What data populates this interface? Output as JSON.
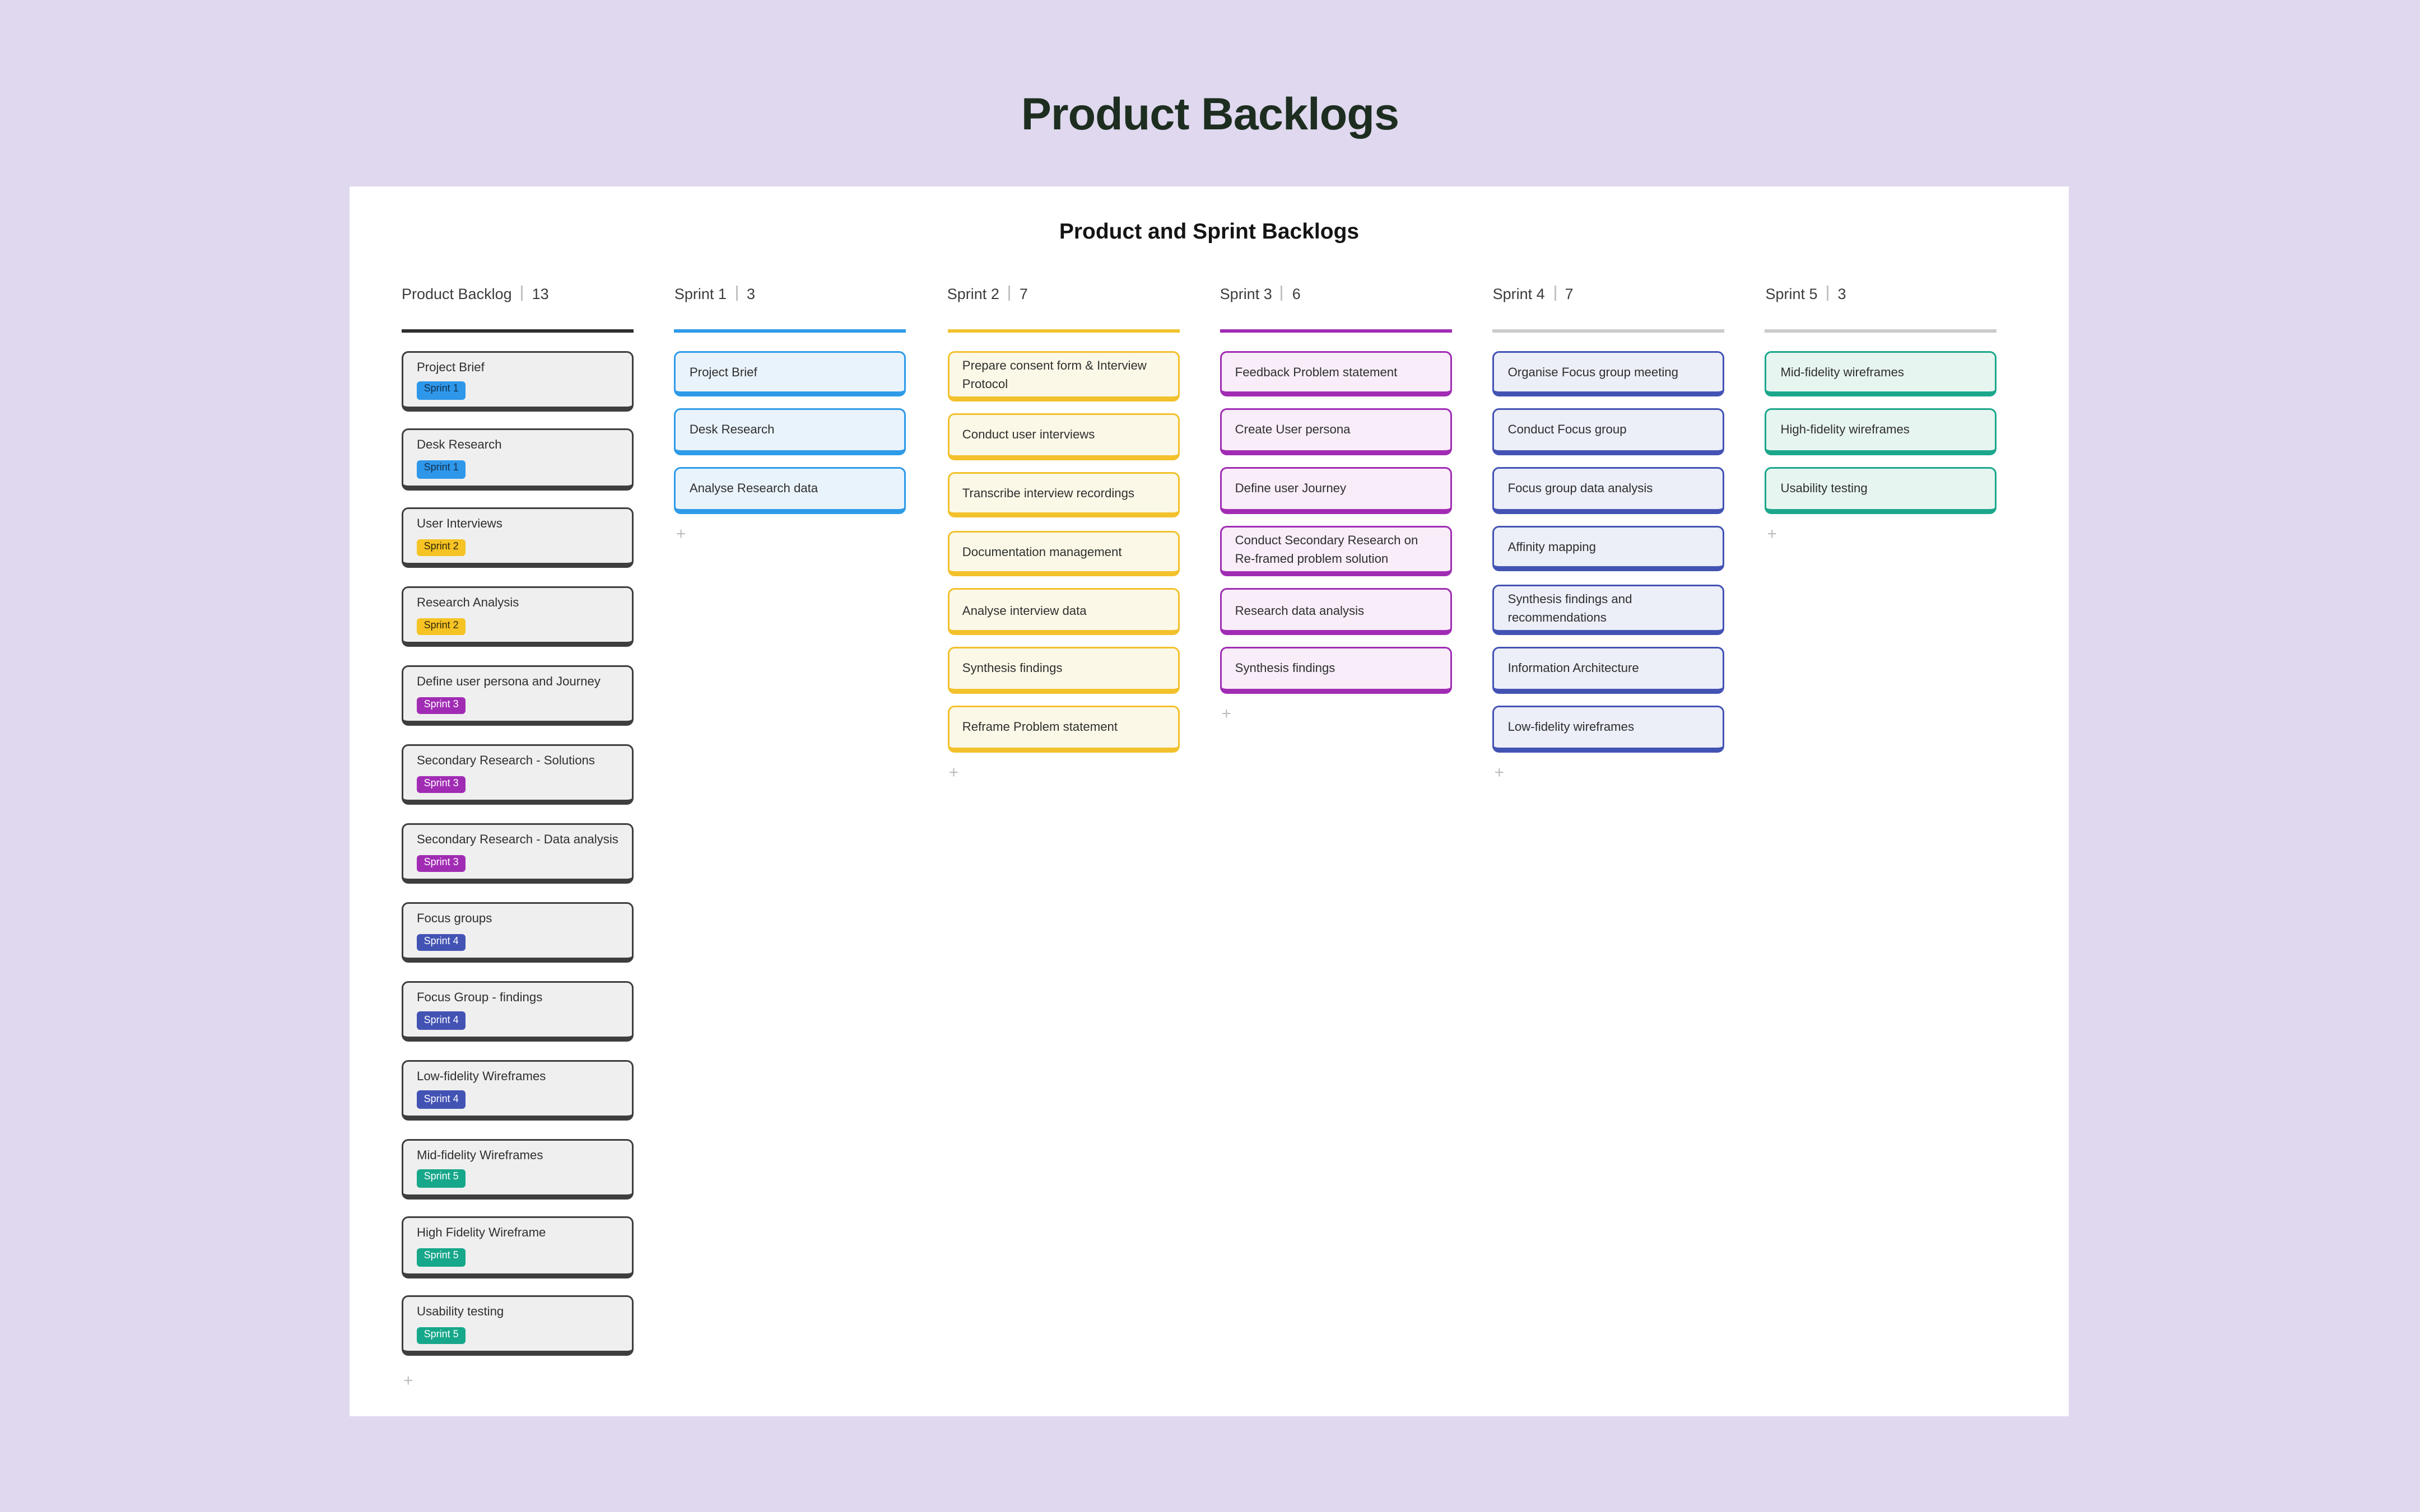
{
  "page": {
    "title": "Product Backlogs",
    "background": "#DFD8EE",
    "title_color": "#1D2E20"
  },
  "board": {
    "title": "Product and Sprint Backlogs",
    "background": "#FFFFFF",
    "add_card_label": "+"
  },
  "badges": {
    "Sprint 1": {
      "bg": "#2E97EA",
      "fg": "#14304D"
    },
    "Sprint 2": {
      "bg": "#F5C324",
      "fg": "#32280A"
    },
    "Sprint 3": {
      "bg": "#A12CB4",
      "fg": "#FFFFFF"
    },
    "Sprint 4": {
      "bg": "#4353B4",
      "fg": "#FFFFFF"
    },
    "Sprint 5": {
      "bg": "#17A78A",
      "fg": "#FFFFFF"
    }
  },
  "columns": [
    {
      "id": "product-backlog",
      "label": "Product Backlog",
      "count": "13",
      "underline_color": "#2E2E2E",
      "card_bg": "#EFEFEF",
      "card_border": "#3E3E3E",
      "cards": [
        {
          "title": "Project Brief",
          "badge": "Sprint 1"
        },
        {
          "title": "Desk Research",
          "badge": "Sprint 1"
        },
        {
          "title": "User Interviews",
          "badge": "Sprint 2"
        },
        {
          "title": "Research Analysis",
          "badge": "Sprint 2"
        },
        {
          "title": "Define user persona and Journey",
          "badge": "Sprint 3"
        },
        {
          "title": "Secondary Research - Solutions",
          "badge": "Sprint 3"
        },
        {
          "title": "Secondary Research - Data analysis",
          "badge": "Sprint 3"
        },
        {
          "title": "Focus groups",
          "badge": "Sprint 4"
        },
        {
          "title": "Focus Group - findings",
          "badge": "Sprint 4"
        },
        {
          "title": "Low-fidelity Wireframes",
          "badge": "Sprint 4"
        },
        {
          "title": "Mid-fidelity Wireframes",
          "badge": "Sprint 5"
        },
        {
          "title": "High Fidelity Wireframe",
          "badge": "Sprint 5"
        },
        {
          "title": "Usability testing",
          "badge": "Sprint 5"
        }
      ]
    },
    {
      "id": "sprint-1",
      "label": "Sprint 1",
      "count": "3",
      "underline_color": "#2E9BE8",
      "card_bg": "#E9F3FC",
      "card_border": "#2E9BE8",
      "cards": [
        {
          "title": "Project Brief"
        },
        {
          "title": "Desk Research"
        },
        {
          "title": "Analyse Research data"
        }
      ]
    },
    {
      "id": "sprint-2",
      "label": "Sprint 2",
      "count": "7",
      "underline_color": "#EFC32F",
      "card_bg": "#FCF8E7",
      "card_border": "#F2C12C",
      "cards": [
        {
          "title": "Prepare consent form & Interview Protocol"
        },
        {
          "title": "Conduct user interviews"
        },
        {
          "title": "Transcribe interview recordings"
        },
        {
          "title": "Documentation management"
        },
        {
          "title": "Analyse interview data"
        },
        {
          "title": "Synthesis findings"
        },
        {
          "title": "Reframe Problem statement"
        }
      ]
    },
    {
      "id": "sprint-3",
      "label": "Sprint 3",
      "count": "6",
      "underline_color": "#A12CB4",
      "card_bg": "#F8EDF9",
      "card_border": "#A12CB4",
      "cards": [
        {
          "title": "Feedback Problem statement"
        },
        {
          "title": "Create User persona"
        },
        {
          "title": "Define user Journey"
        },
        {
          "title": "Conduct Secondary Research on Re-framed problem solution"
        },
        {
          "title": "Research data analysis"
        },
        {
          "title": "Synthesis findings"
        }
      ]
    },
    {
      "id": "sprint-4",
      "label": "Sprint 4",
      "count": "7",
      "underline_color": "#CBCBCB",
      "card_bg": "#ECEEF8",
      "card_border": "#4353B4",
      "cards": [
        {
          "title": "Organise Focus group meeting"
        },
        {
          "title": "Conduct Focus group"
        },
        {
          "title": "Focus group data analysis"
        },
        {
          "title": "Affinity mapping"
        },
        {
          "title": "Synthesis findings and recommendations"
        },
        {
          "title": "Information Architecture"
        },
        {
          "title": "Low-fidelity wireframes"
        }
      ]
    },
    {
      "id": "sprint-5",
      "label": "Sprint 5",
      "count": "3",
      "underline_color": "#CBCBCB",
      "card_bg": "#E7F5F0",
      "card_border": "#1CA78C",
      "cards": [
        {
          "title": "Mid-fidelity wireframes"
        },
        {
          "title": "High-fidelity wireframes"
        },
        {
          "title": "Usability testing"
        }
      ]
    }
  ]
}
